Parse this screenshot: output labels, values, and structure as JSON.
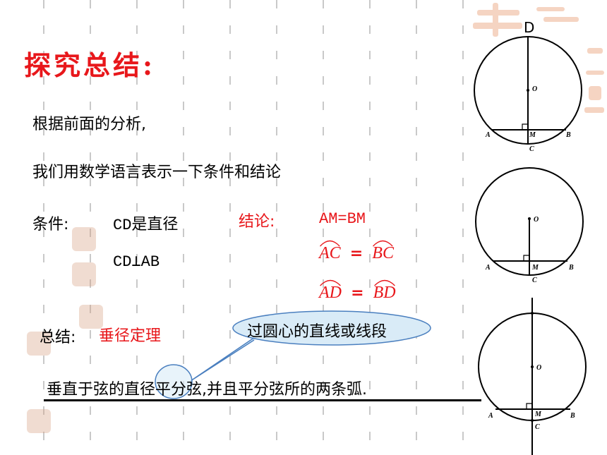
{
  "title": "探究总结:",
  "intro": {
    "line1": "根据前面的分析,",
    "line2": "我们用数学语言表示一下条件和结论"
  },
  "condition": {
    "label": "条件:",
    "item1": "CD是直径",
    "item2": "CD⊥AB"
  },
  "conclusion": {
    "label": "结论:",
    "item1": "AM=BM",
    "arc1_left": "AC",
    "arc1_right": "BC",
    "arc2_left": "AD",
    "arc2_right": "BD",
    "equals": "="
  },
  "summary": {
    "label": "总结:",
    "theorem": "垂径定理",
    "callout": "过圆心的直线或线段",
    "statement": "垂直于弦的直径平分弦,并且平分弦所的两条弧."
  },
  "diagrams": [
    {
      "labels": [
        "D",
        "O",
        "A",
        "M",
        "B",
        "C"
      ]
    },
    {
      "labels": [
        "O",
        "A",
        "M",
        "B",
        "C"
      ]
    },
    {
      "labels": [
        "O",
        "A",
        "M",
        "B",
        "C"
      ]
    }
  ],
  "colors": {
    "accent": "#e8171b",
    "callout_fill": "#d9ebf7",
    "callout_stroke": "#4a7fbf"
  }
}
